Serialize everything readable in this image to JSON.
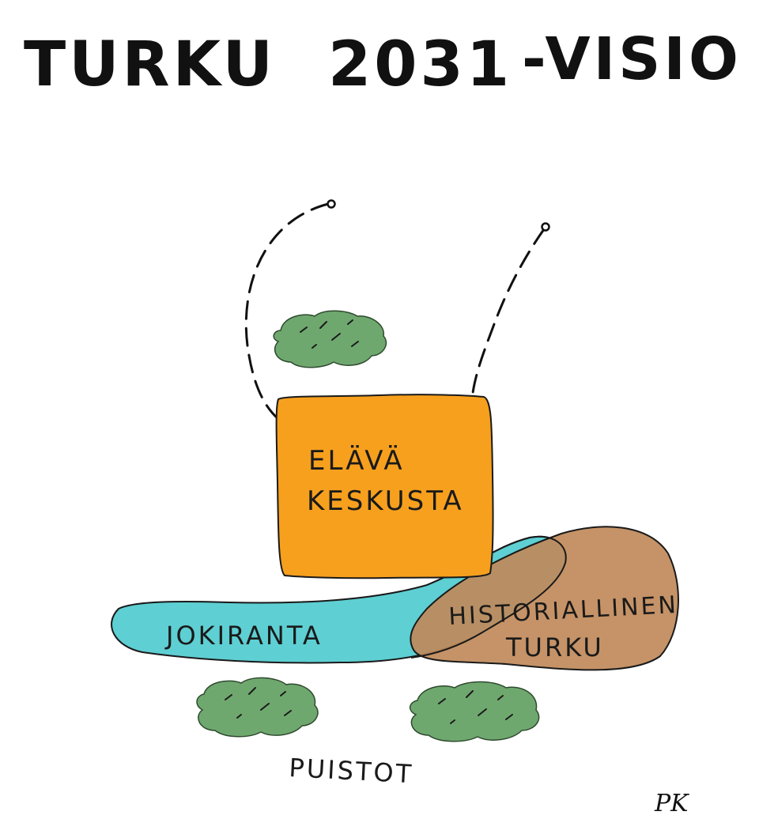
{
  "title": {
    "part1": "TURKU",
    "part2": "2031",
    "part3": "-VISIO"
  },
  "zones": {
    "center": {
      "line1": "ELÄVÄ",
      "line2": "KESKUSTA",
      "color": "#F7A01E"
    },
    "riverside": {
      "label": "JOKIRANTA",
      "color": "#5ECFD3"
    },
    "historic": {
      "line1": "HISTORIALLINEN",
      "line2": "TURKU",
      "color": "#C08A5A"
    },
    "parks": {
      "label": "PUISTOT",
      "color": "#6FA86F"
    }
  },
  "signature": "PK"
}
